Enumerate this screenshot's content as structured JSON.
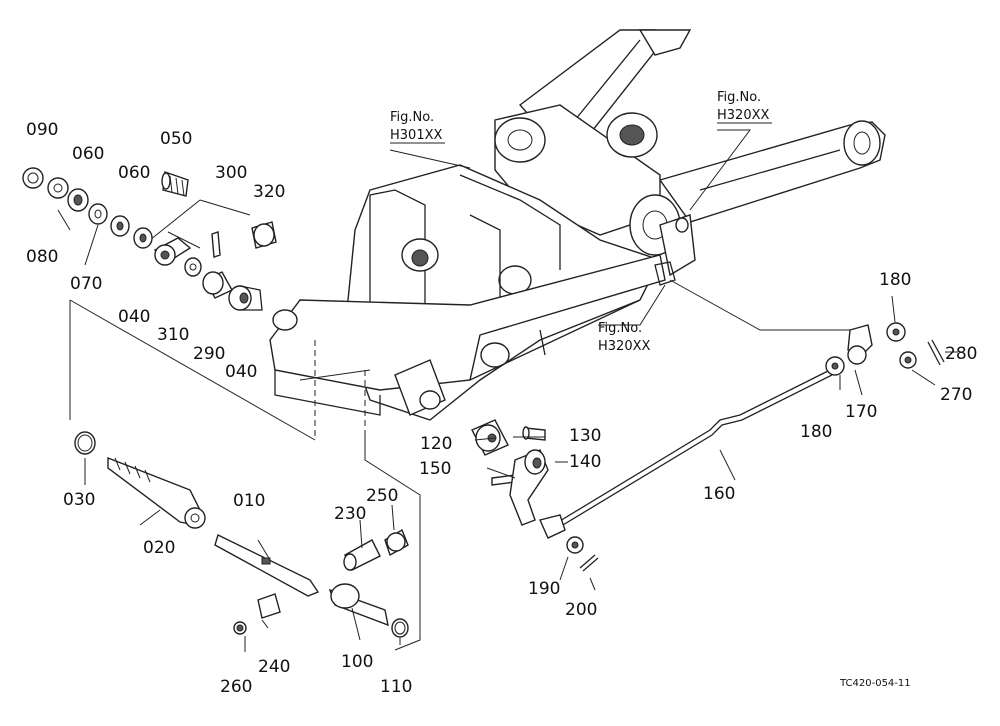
{
  "figure_refs": [
    {
      "line1": "Fig.No.",
      "line2": "H301XX"
    },
    {
      "line1": "Fig.No.",
      "line2": "H320XX"
    },
    {
      "line1": "Fig.No.",
      "line2": "H320XX"
    }
  ],
  "parts": {
    "p090": "090",
    "p060a": "060",
    "p050": "050",
    "p300": "300",
    "p060b": "060",
    "p320": "320",
    "p080": "080",
    "p070": "070",
    "p040a": "040",
    "p310": "310",
    "p290": "290",
    "p040b": "040",
    "p030": "030",
    "p020": "020",
    "p010": "010",
    "p230": "230",
    "p250": "250",
    "p260": "260",
    "p240": "240",
    "p100": "100",
    "p110": "110",
    "p120": "120",
    "p130": "130",
    "p150": "150",
    "p140": "140",
    "p160": "160",
    "p180a": "180",
    "p170": "170",
    "p180b": "180",
    "p280": "280",
    "p270": "270",
    "p190": "190",
    "p200": "200"
  },
  "drawing_code": "TC420-054-11"
}
